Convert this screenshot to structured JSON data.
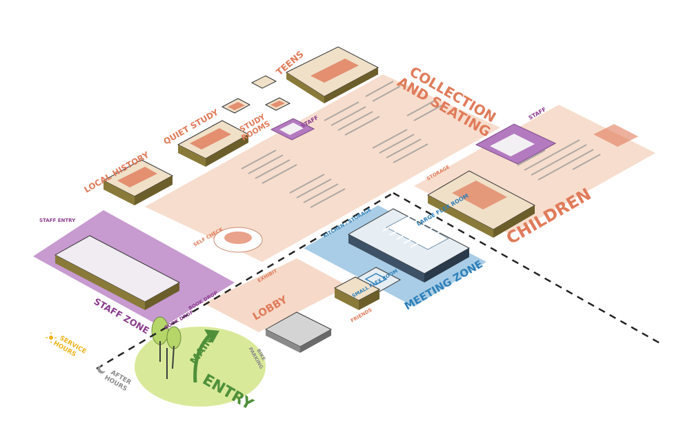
{
  "zones": {
    "collection": "COLLECTION",
    "collection_line2": "AND SEATING",
    "children": "CHILDREN",
    "meeting_zone": "MEETING ZONE",
    "staff_zone": "STAFF ZONE",
    "lobby": "LOBBY",
    "main": "MAIN",
    "entry": "ENTRY"
  },
  "rooms": {
    "teens": "TEENS",
    "quiet_study": "QUIET STUDY",
    "study_rooms_1": "STUDY",
    "study_rooms_2": "ROOMS",
    "local_history": "LOCAL HISTORY",
    "staff_top": "STAFF",
    "staff_right": "STAFF",
    "storage_children": "STORAGE",
    "large_flex_room": "LARGE FLEX ROOM",
    "kitchen_storage": "KITCHEN / STORAGE",
    "small_flex_room": "SMALL FLEX ROOM",
    "friends": "FRIENDS",
    "staff_entry": "STAFF ENTRY",
    "book_drop_1": "BOOK DROP",
    "book_drop_2": "BOOK DROP",
    "exhibit": "EXHIBIT",
    "self_check": "SELF CHECK",
    "bike_1": "BIKE",
    "bike_2": "PARKING"
  },
  "legend": {
    "service_1": "SERVICE",
    "service_2": "HOURS",
    "after_1": "AFTER",
    "after_2": "HOURS"
  },
  "colors": {
    "peach": "#f6d9c8",
    "purple": "#b37ac0",
    "blue": "#8dbfe0",
    "green": "#d8ea9a",
    "orange_label": "#e07b5a"
  }
}
